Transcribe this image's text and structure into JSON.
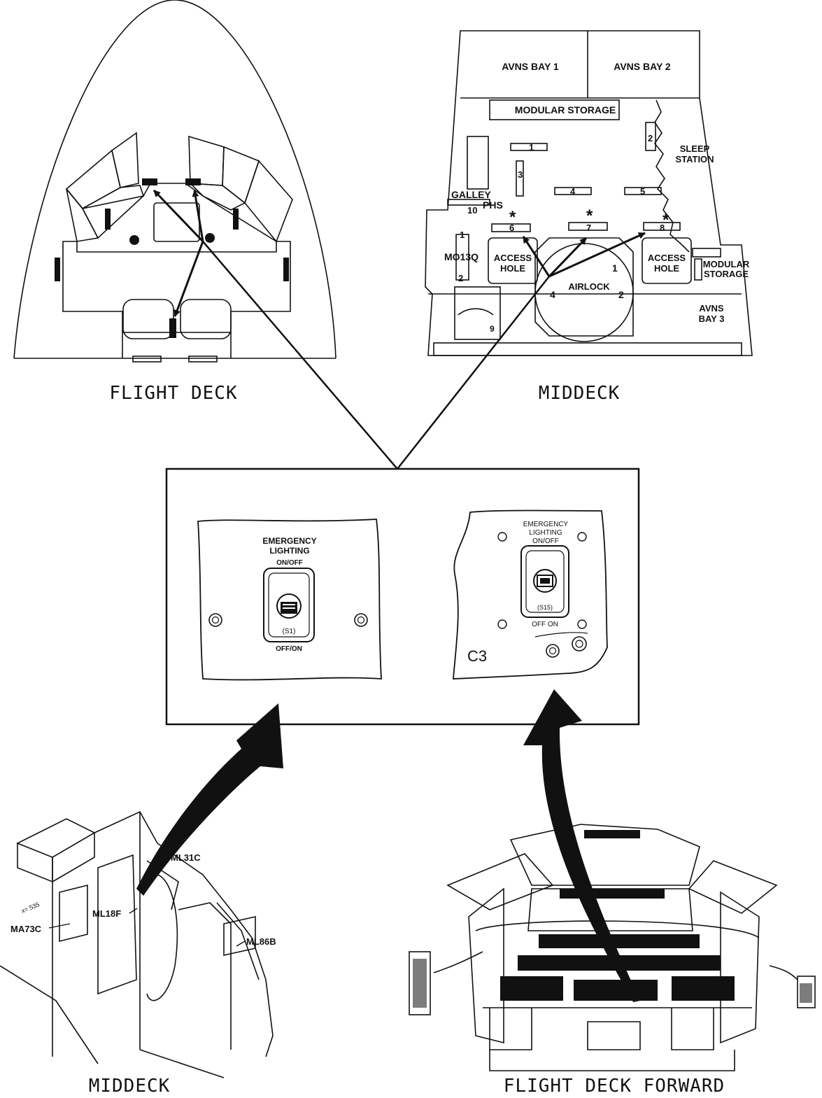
{
  "captions": {
    "flight_deck": "FLIGHT DECK",
    "middeck_top": "MIDDECK",
    "middeck_bottom": "MIDDECK",
    "flight_deck_forward": "FLIGHT DECK FORWARD"
  },
  "middeck_plan": {
    "avns_bay_1": "AVNS BAY 1",
    "avns_bay_2": "AVNS BAY 2",
    "avns_bay_3_line1": "AVNS",
    "avns_bay_3_line2": "BAY 3",
    "modular_storage_top": "MODULAR STORAGE",
    "modular_storage_side_line1": "MODULAR",
    "modular_storage_side_line2": "STORAGE",
    "sleep_station_line1": "SLEEP",
    "sleep_station_line2": "STATION",
    "galley": "GALLEY",
    "phs": "PHS",
    "mo13q": "MO13Q",
    "access_hole_left_line1": "ACCESS",
    "access_hole_left_line2": "HOLE",
    "access_hole_right_line1": "ACCESS",
    "access_hole_right_line2": "HOLE",
    "airlock": "AIRLOCK",
    "light_numbers": [
      "1",
      "2",
      "3",
      "4",
      "5",
      "6",
      "7",
      "8"
    ],
    "galley_number": "10",
    "mo13q_numbers": [
      "1",
      "2"
    ],
    "airlock_numbers": [
      "1",
      "2",
      "4"
    ],
    "hatch_number": "9",
    "star": "*"
  },
  "panels": {
    "left": {
      "title_line1": "EMERGENCY",
      "title_line2": "LIGHTING",
      "state_top": "ON/OFF",
      "switch_id": "(S1)",
      "state_bottom": "OFF/ON"
    },
    "right": {
      "title_line1": "EMERGENCY",
      "title_line2": "LIGHTING",
      "title_line3": "ON/OFF",
      "switch_id": "(S15)",
      "state_bottom": "OFF ON",
      "panel_id": "C3"
    }
  },
  "middeck_perspective": {
    "ml31c": "ML31C",
    "ml18f": "ML18F",
    "ma73c": "MA73C",
    "ml86b": "ML86B",
    "xo": "x= 535"
  },
  "colors": {
    "ink": "#111111",
    "paper": "#ffffff"
  }
}
